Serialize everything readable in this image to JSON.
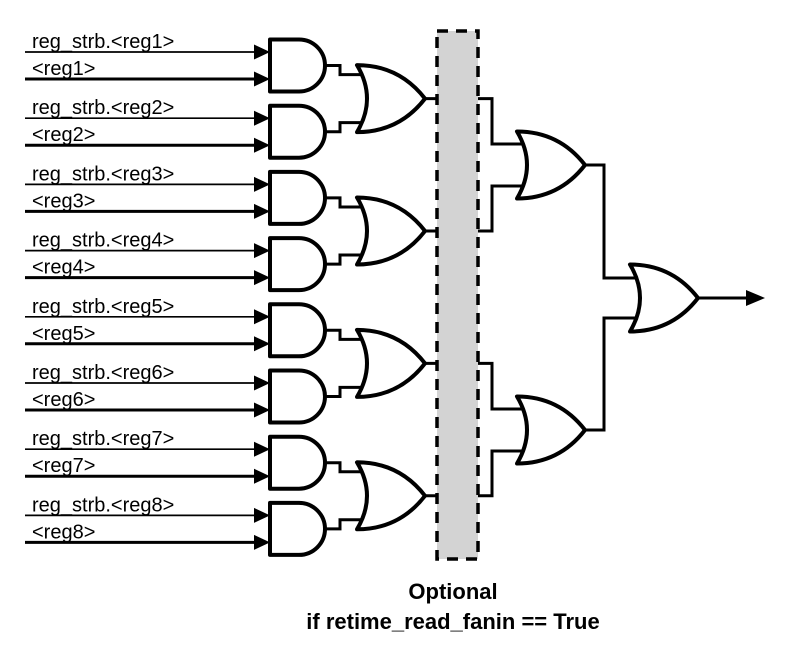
{
  "diagram": {
    "inputs": [
      {
        "strobe_label": "reg_strb.<reg1>",
        "value_label": "<reg1>"
      },
      {
        "strobe_label": "reg_strb.<reg2>",
        "value_label": "<reg2>"
      },
      {
        "strobe_label": "reg_strb.<reg3>",
        "value_label": "<reg3>"
      },
      {
        "strobe_label": "reg_strb.<reg4>",
        "value_label": "<reg4>"
      },
      {
        "strobe_label": "reg_strb.<reg5>",
        "value_label": "<reg5>"
      },
      {
        "strobe_label": "reg_strb.<reg6>",
        "value_label": "<reg6>"
      },
      {
        "strobe_label": "reg_strb.<reg7>",
        "value_label": "<reg7>"
      },
      {
        "strobe_label": "reg_strb.<reg8>",
        "value_label": "<reg8>"
      }
    ],
    "optional_region": {
      "caption_line1": "Optional",
      "caption_line2": "if retime_read_fanin == True",
      "fill_color": "#d3d3d3"
    },
    "colors": {
      "wire": "#000000",
      "gate_fill": "#ffffff",
      "background": "#ffffff"
    }
  }
}
